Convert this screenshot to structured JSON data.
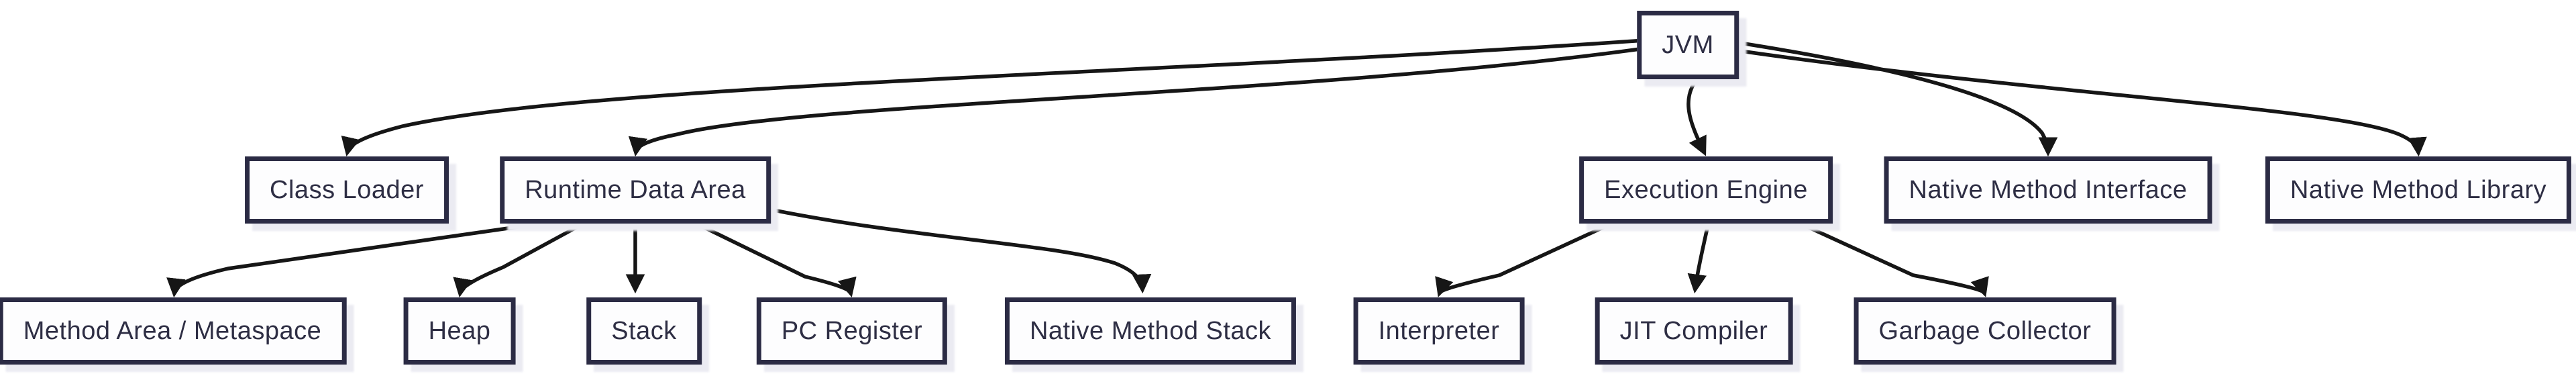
{
  "diagram": {
    "type": "flowchart-top-down",
    "subject": "JVM architecture",
    "colors": {
      "background": "#ffffff",
      "node_fill": "#fdfdfe",
      "node_border": "#2b2b44",
      "node_text": "#2e2e44",
      "edge": "#161616",
      "shadow": "#ebebf2"
    },
    "nodes": {
      "jvm": {
        "label": "JVM"
      },
      "class_loader": {
        "label": "Class Loader"
      },
      "runtime_data_area": {
        "label": "Runtime Data Area"
      },
      "execution_engine": {
        "label": "Execution Engine"
      },
      "native_method_interface": {
        "label": "Native Method Interface"
      },
      "native_method_library": {
        "label": "Native Method Library"
      },
      "method_area_metaspace": {
        "label": "Method Area / Metaspace"
      },
      "heap": {
        "label": "Heap"
      },
      "stack": {
        "label": "Stack"
      },
      "pc_register": {
        "label": "PC Register"
      },
      "native_method_stack": {
        "label": "Native Method Stack"
      },
      "interpreter": {
        "label": "Interpreter"
      },
      "jit_compiler": {
        "label": "JIT Compiler"
      },
      "garbage_collector": {
        "label": "Garbage Collector"
      }
    },
    "edges": [
      {
        "from": "JVM",
        "to": "Class Loader"
      },
      {
        "from": "JVM",
        "to": "Runtime Data Area"
      },
      {
        "from": "JVM",
        "to": "Execution Engine"
      },
      {
        "from": "JVM",
        "to": "Native Method Interface"
      },
      {
        "from": "JVM",
        "to": "Native Method Library"
      },
      {
        "from": "Runtime Data Area",
        "to": "Method Area / Metaspace"
      },
      {
        "from": "Runtime Data Area",
        "to": "Heap"
      },
      {
        "from": "Runtime Data Area",
        "to": "Stack"
      },
      {
        "from": "Runtime Data Area",
        "to": "PC Register"
      },
      {
        "from": "Runtime Data Area",
        "to": "Native Method Stack"
      },
      {
        "from": "Execution Engine",
        "to": "Interpreter"
      },
      {
        "from": "Execution Engine",
        "to": "JIT Compiler"
      },
      {
        "from": "Execution Engine",
        "to": "Garbage Collector"
      }
    ]
  }
}
